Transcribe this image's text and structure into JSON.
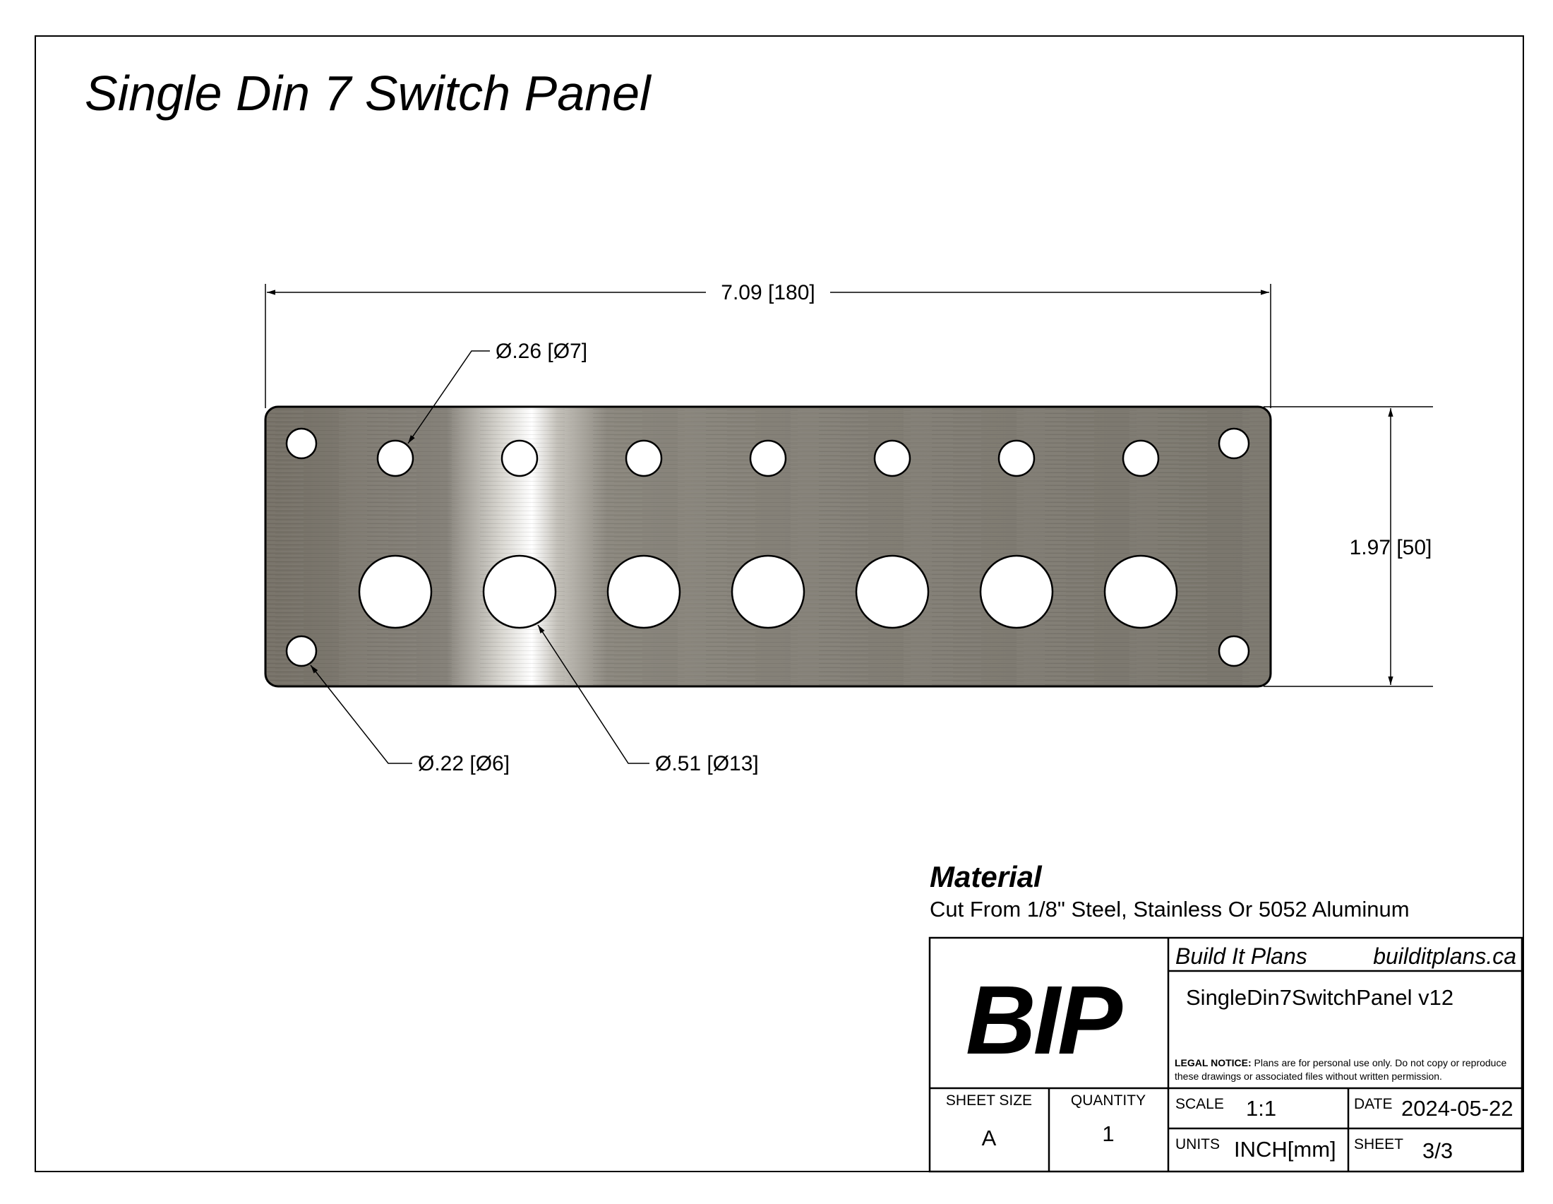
{
  "drawing": {
    "title": "Single Din 7 Switch Panel",
    "dimensions": {
      "overall_width": "7.09 [180]",
      "overall_height": "1.97 [50]",
      "small_hole_callout": "Ø.26 [Ø7]",
      "mount_hole_callout": "Ø.22 [Ø6]",
      "switch_hole_callout": "Ø.51 [Ø13]"
    },
    "panel": {
      "small_hole_count": 7,
      "switch_hole_count": 7,
      "mount_hole_count": 4,
      "finish": "brushed metal"
    }
  },
  "material": {
    "heading": "Material",
    "description": "Cut From 1/8\" Steel, Stainless Or 5052 Aluminum"
  },
  "title_block": {
    "logo": "BIP",
    "company": "Build It Plans",
    "website": "builditplans.ca",
    "part_name": "SingleDin7SwitchPanel v12",
    "legal_label": "LEGAL NOTICE:",
    "legal_text": " Plans are for personal use only. Do not copy or reproduce these drawings or associated files without written permission.",
    "sheet_size_label": "SHEET SIZE",
    "sheet_size": "A",
    "quantity_label": "QUANTITY",
    "quantity": "1",
    "scale_label": "SCALE",
    "scale": "1:1",
    "date_label": "DATE",
    "date": "2024-05-22",
    "units_label": "UNITS",
    "units": "INCH[mm]",
    "sheet_label": "SHEET",
    "sheet": "3/3"
  }
}
